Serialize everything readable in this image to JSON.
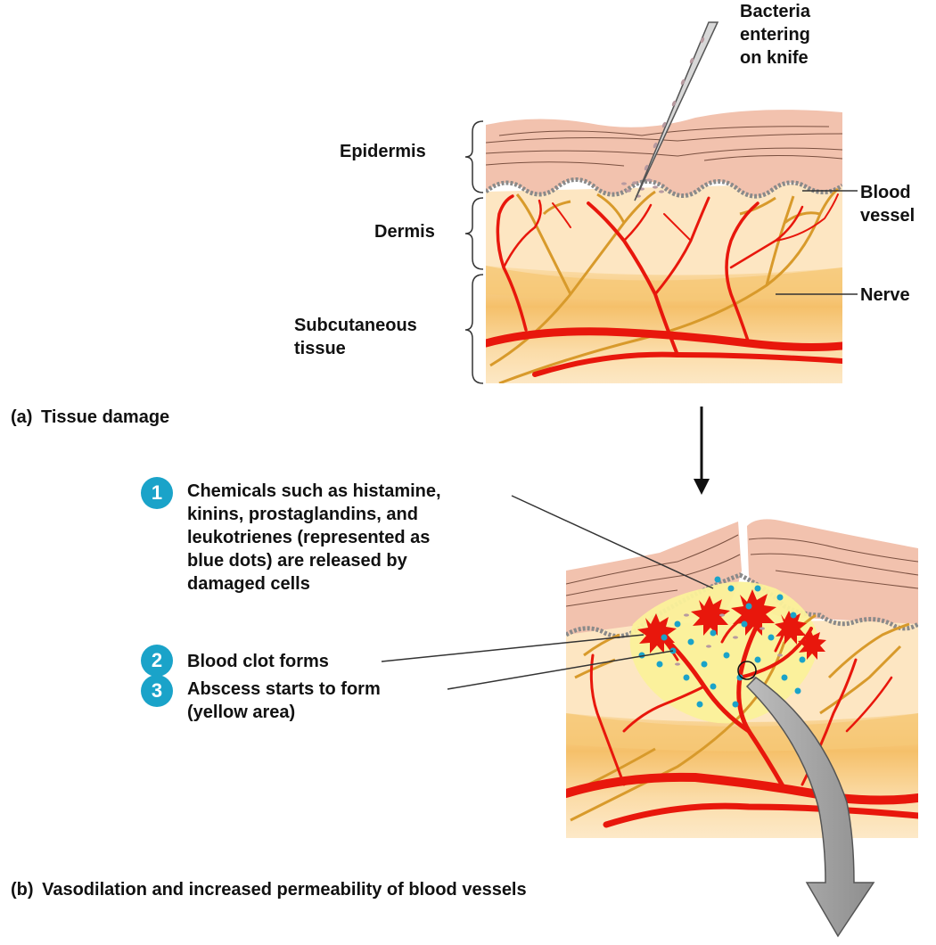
{
  "panel_a": {
    "knife_label": "Bacteria\nentering\non knife",
    "epidermis": "Epidermis",
    "dermis": "Dermis",
    "subcutaneous": "Subcutaneous\ntissue",
    "blood_vessel": "Blood\nvessel",
    "nerve": "Nerve",
    "caption_tag": "(a)",
    "caption_text": "Tissue damage"
  },
  "panel_b": {
    "steps": [
      {
        "num": "1",
        "text": "Chemicals such as histamine,\nkinins, prostaglandins, and\nleukotrienes (represented as\nblue dots) are released by\ndamaged cells"
      },
      {
        "num": "2",
        "text": "Blood clot forms"
      },
      {
        "num": "3",
        "text": "Abscess starts to form\n(yellow area)"
      }
    ],
    "caption_tag": "(b)",
    "caption_text": "Vasodilation and increased permeability of blood vessels"
  },
  "colors": {
    "epidermis": "#f2c2ae",
    "dermis": "#fbe3bc",
    "subcutaneous": "#f7c97d",
    "blood_vessel": "#e8170c",
    "nerve": "#d89a2b",
    "abscess": "#fbf19a",
    "chemical_dots": "#1aa3c9",
    "step_badge": "#1aa3c9"
  }
}
